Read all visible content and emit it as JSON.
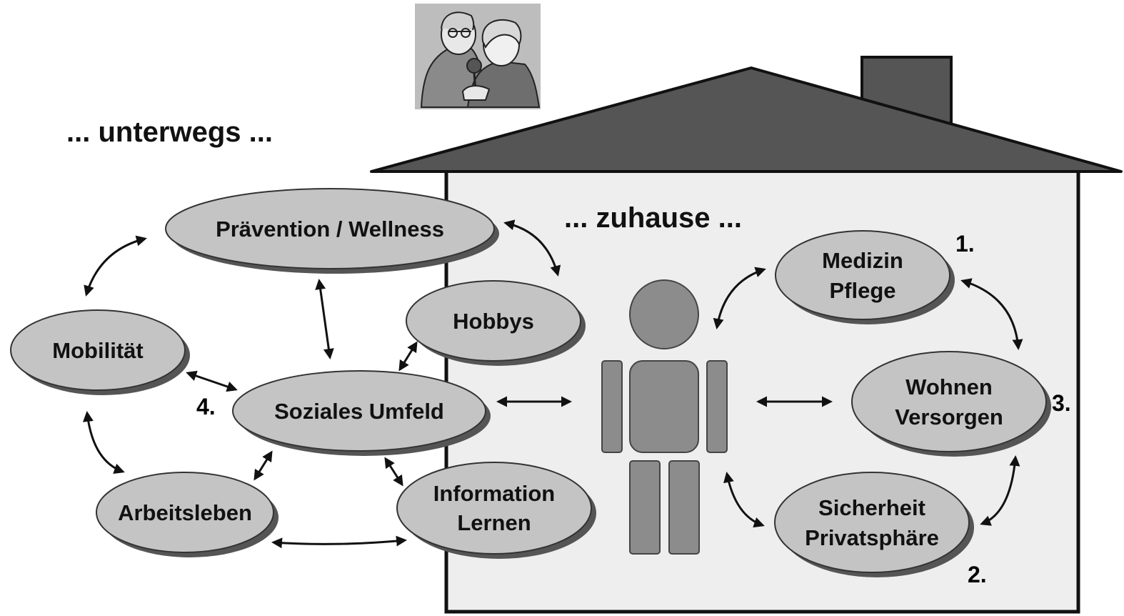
{
  "headings": {
    "outside": "... unterwegs ...",
    "inside": "... zuhause ..."
  },
  "nodes": {
    "praevention": {
      "line1": "Prävention / Wellness"
    },
    "mobilitaet": {
      "line1": "Mobilität"
    },
    "hobbys": {
      "line1": "Hobbys"
    },
    "soziales": {
      "line1": "Soziales Umfeld"
    },
    "arbeitsleben": {
      "line1": "Arbeitsleben"
    },
    "information": {
      "line1": "Information",
      "line2": "Lernen"
    },
    "medizin": {
      "line1": "Medizin",
      "line2": "Pflege"
    },
    "wohnen": {
      "line1": "Wohnen",
      "line2": "Versorgen"
    },
    "sicherheit": {
      "line1": "Sicherheit",
      "line2": "Privatsphäre"
    }
  },
  "numbers": {
    "n1": "1.",
    "n2": "2.",
    "n3": "3.",
    "n4": "4."
  },
  "colors": {
    "roof": "#555555",
    "house_fill": "#eeeeee",
    "bubble_fill": "#c4c4c4",
    "bubble_shadow": "#555555",
    "figure": "#8c8c8c"
  }
}
